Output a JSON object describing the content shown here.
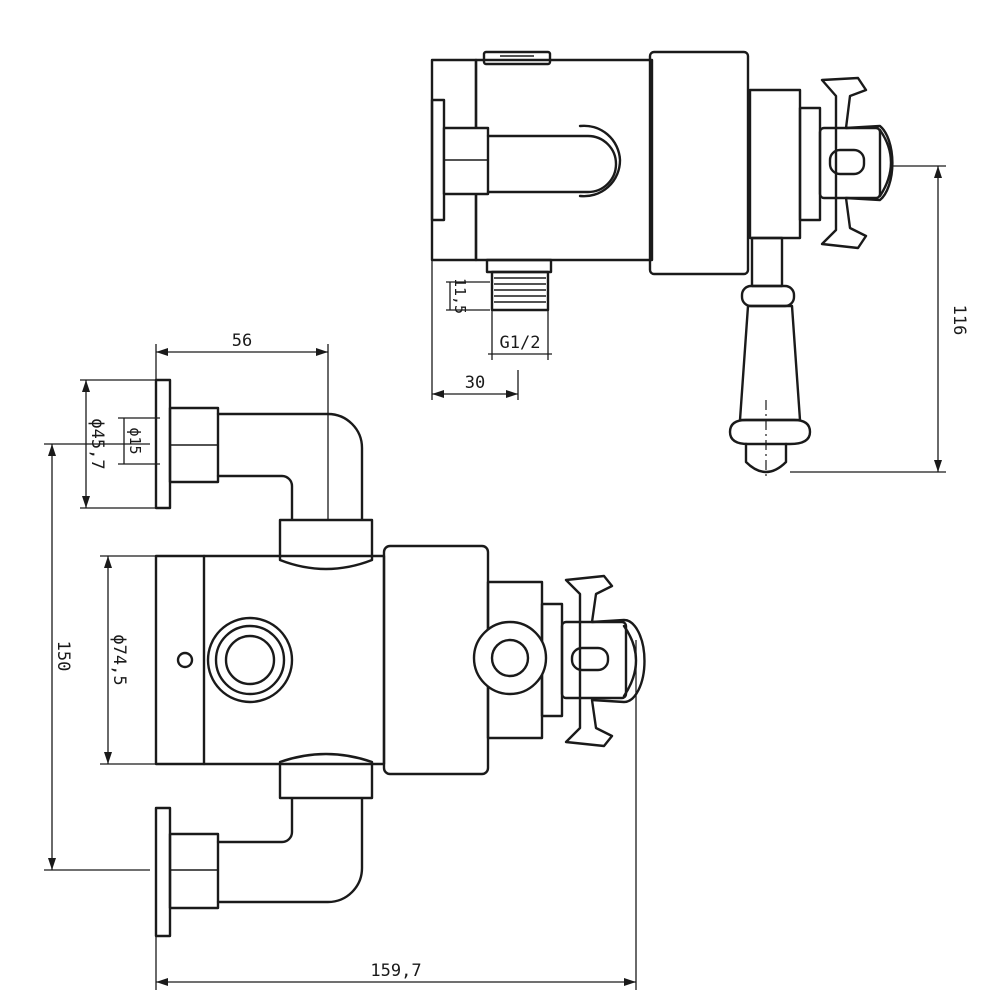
{
  "dimensions": {
    "handle_height": "116",
    "thread_length": "11,5",
    "thread_size": "G1/2",
    "outlet_offset": "30",
    "inlet_offset": "56",
    "flange_diameter": "ϕ45,7",
    "pipe_diameter": "ϕ15",
    "body_diameter": "ϕ74,5",
    "inlet_centres": "150",
    "overall_length": "159,7"
  }
}
